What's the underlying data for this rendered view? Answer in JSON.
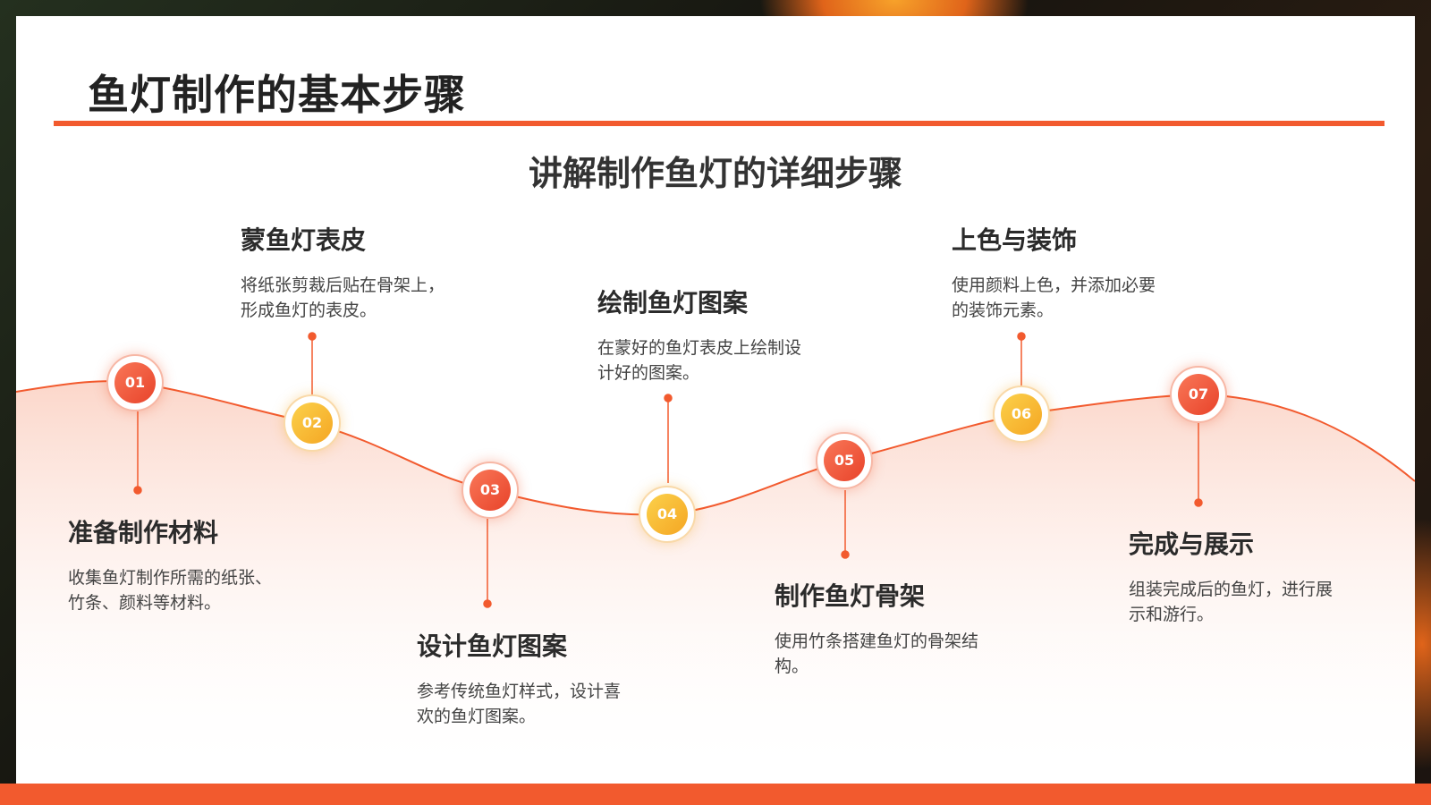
{
  "page": {
    "title": "鱼灯制作的基本步骤",
    "subtitle": "讲解制作鱼灯的详细步骤"
  },
  "colors": {
    "accent": "#f25a2e",
    "node_red": "#e8432a",
    "node_yellow": "#f5a623",
    "text_dark": "#2b2b2b"
  },
  "steps": [
    {
      "number": "01",
      "title": "准备制作材料",
      "desc": "收集鱼灯制作所需的纸张、竹条、颜料等材料。",
      "color": "red"
    },
    {
      "number": "02",
      "title": "蒙鱼灯表皮",
      "desc": "将纸张剪裁后贴在骨架上，形成鱼灯的表皮。",
      "color": "yellow"
    },
    {
      "number": "03",
      "title": "设计鱼灯图案",
      "desc": "参考传统鱼灯样式，设计喜欢的鱼灯图案。",
      "color": "red"
    },
    {
      "number": "04",
      "title": "绘制鱼灯图案",
      "desc": "在蒙好的鱼灯表皮上绘制设计好的图案。",
      "color": "yellow"
    },
    {
      "number": "05",
      "title": "制作鱼灯骨架",
      "desc": "使用竹条搭建鱼灯的骨架结构。",
      "color": "red"
    },
    {
      "number": "06",
      "title": "上色与装饰",
      "desc": "使用颜料上色，并添加必要的装饰元素。",
      "color": "yellow"
    },
    {
      "number": "07",
      "title": "完成与展示",
      "desc": "组装完成后的鱼灯，进行展示和游行。",
      "color": "red"
    }
  ]
}
